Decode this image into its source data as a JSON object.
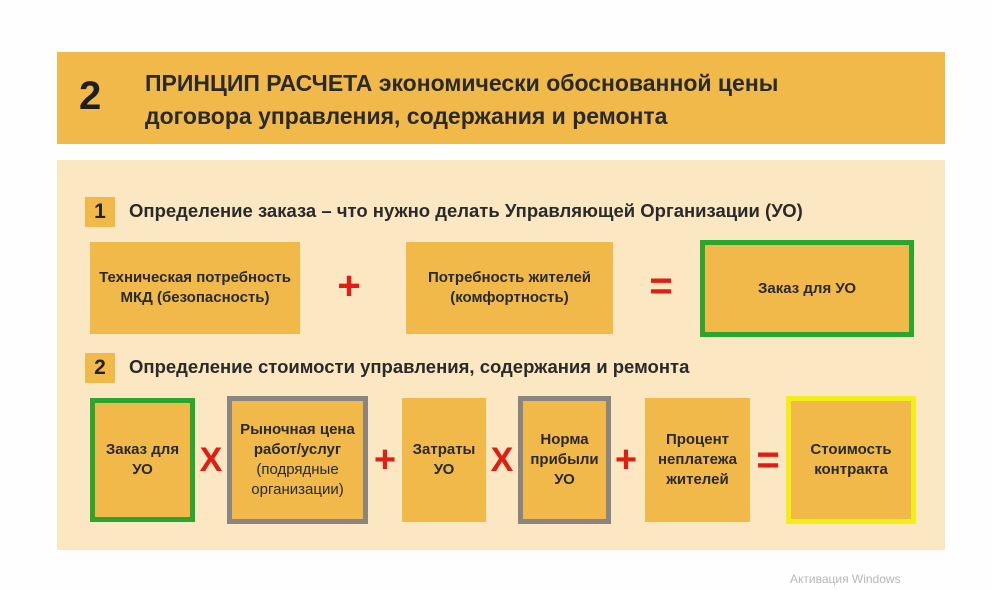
{
  "header": {
    "number": "2",
    "title_bold": "ПРИНЦИП РАСЧЕТА",
    "title_rest_line1": " экономически обоснованной цены",
    "title_line2": "договора управления, содержания и ремонта"
  },
  "section1": {
    "number": "1",
    "title": "Определение заказа – что нужно делать Управляющей Организации (УО)",
    "box1": "Техническая потребность МКД (безопасность)",
    "op1": "+",
    "box2": "Потребность жителей (комфортность)",
    "op2": "=",
    "result": "Заказ для УО"
  },
  "section2": {
    "number": "2",
    "title": "Определение стоимости управления, содержания и ремонта",
    "box_order": "Заказ для УО",
    "op1": "Х",
    "box_market_main": "Рыночная цена работ/услуг",
    "box_market_sub": "(подрядные организации)",
    "op2": "+",
    "box_costs": "Затраты УО",
    "op3": "Х",
    "box_profit": "Норма прибыли УО",
    "op4": "+",
    "box_nonpay": "Процент неплатежа жителей",
    "op5": "=",
    "result": "Стоимость контракта"
  },
  "watermark": "Активация Windows",
  "colors": {
    "header_bg": "#f0b94a",
    "panel_bg": "#fbe8c3",
    "box_bg": "#f0b94a",
    "green_border": "#2aa52d",
    "gray_border": "#8a8580",
    "yellow_border": "#f2ee1a",
    "operator": "#e21d14"
  }
}
